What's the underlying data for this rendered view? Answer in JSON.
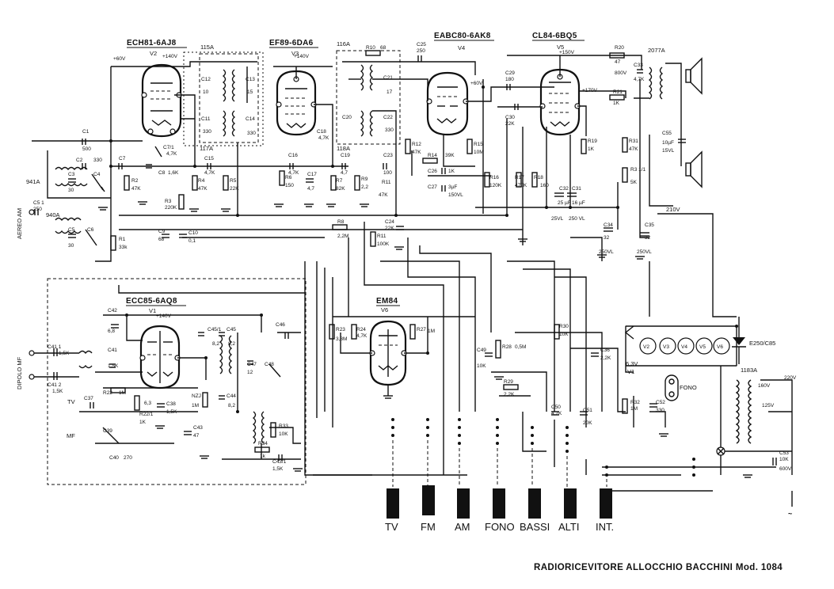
{
  "footer": {
    "title": "RADIORICEVITORE ALLOCCHIO BACCHINI Mod. 1084"
  },
  "tubes": {
    "v2_type": "ECH81-6AJ8",
    "v2_ref": "V2",
    "v3_type": "EF89-6DA6",
    "v3_ref": "V3",
    "v4_type": "EABC80-6AK8",
    "v4_ref": "V4",
    "v5_type": "CL84-6BQ5",
    "v5_ref": "V5",
    "v1_type": "ECC85-6AQ8",
    "v1_ref": "V1",
    "v6_type": "EM84",
    "v6_ref": "V6"
  },
  "transformers": {
    "t115": "115A",
    "t116": "116A",
    "t117": "117A",
    "t118": "118A",
    "t941": "941A",
    "t940": "940A",
    "t2077": "2077A",
    "t1183": "1183A"
  },
  "inputs": {
    "aereo": "AEREO AM",
    "dipolo": "DIPOLO MF",
    "tv": "TV",
    "mf": "MF"
  },
  "voltages": {
    "v60a": "+60V",
    "v140a": "+140V",
    "v140b": "+140V",
    "v60b": "+60V",
    "v150": "+150V",
    "v170": "+170V",
    "v210": "210V",
    "v63": "6,3V",
    "v220": "220V",
    "v160": "160V",
    "v125": "125V",
    "v140c": "+140V"
  },
  "switches": {
    "labels": [
      "TV",
      "FM",
      "AM",
      "FONO",
      "BASSI",
      "ALTI",
      "INT."
    ]
  },
  "heater_chain": {
    "tubes": [
      "V2",
      "V3",
      "V4",
      "V5",
      "V6"
    ],
    "v1": "V1",
    "rectifier": "E250/C85",
    "fono": "FONO"
  },
  "components": {
    "c1": "C1",
    "c1v": "500",
    "c2": "C2",
    "c2v": "330",
    "c3": "C3",
    "c3v": "30",
    "c4": "C4",
    "c5": "C5",
    "c5v": "30",
    "c51": "C5 1",
    "c51v": "250",
    "c6": "C6",
    "c7": "C7",
    "c71": "C7/1",
    "c71v": "4,7K",
    "c8": "C8",
    "c8v": "1,6K",
    "c9": "C9",
    "c9v": "68",
    "c10": "C10",
    "c10v": "0,1",
    "c11": "C11",
    "c11v": "330",
    "c12": "C12",
    "c12v": "10",
    "c13": "C13",
    "c13v": "15",
    "c14": "C14",
    "c14v": "330",
    "c15": "C15",
    "c15v": "4,7K",
    "c16": "C16",
    "c16v": "4,7K",
    "c17": "C17",
    "c17v": "4,7",
    "c18": "C18",
    "c18v": "4,7K",
    "c19": "C19",
    "c19v": "4,7",
    "c20": "C20",
    "c21": "C21",
    "c21v": "17",
    "c22": "C22",
    "c22v": "330",
    "c23": "C23",
    "c23v": "100",
    "c24": "C24",
    "c24v": "22K",
    "c25": "C25",
    "c25v": "250",
    "c26": "C26",
    "c26v": "1K",
    "c27": "C27",
    "c27v": "3µF",
    "c27b": "150VL",
    "c29": "C29",
    "c29v": "180",
    "c30": "C30",
    "c30v": "22K",
    "c31": "C31",
    "c31v": "16 µF",
    "c31b": "250 VL",
    "c32": "C32",
    "c32v": "25 µF",
    "c32b": "25VL",
    "c33": "C33",
    "c33v": "4,7K",
    "c33b": "800V",
    "c34": "C34",
    "c34v": "32",
    "c34b": "250VL",
    "c35": "C35",
    "c35v": "32",
    "c35b": "250VL",
    "c55": "C55",
    "c55v": "10µF",
    "c55b": "15VL",
    "r1": "R1",
    "r1v": "33k",
    "r2": "R2",
    "r2v": "47K",
    "r3": "R3",
    "r3v": "220K",
    "r4": "R4",
    "r4v": "47K",
    "r5": "R5",
    "r5v": "22K",
    "r6": "R6",
    "r6v": "150",
    "r7": "R7",
    "r7v": "82K",
    "r8": "R8",
    "r8v": "2,2M",
    "r9": "R9",
    "r9v": "2,2",
    "r10": "R10",
    "r10v": "68",
    "r11": "R11",
    "r11v": "100K",
    "r12": "R12",
    "r12v": "47K",
    "r14": "R14",
    "r14v": "39K",
    "r15": "R15",
    "r15v": "10M",
    "r16": "R16",
    "r16v": "120K",
    "r17": "R17",
    "r17v": "470K",
    "r18": "R18",
    "r18v": "160",
    "r19": "R19",
    "r19v": "1K",
    "r20": "R20",
    "r20v": "47",
    "r21": "R21",
    "r21v": "1K",
    "r31": "R31",
    "r31v": "47K",
    "r311": "R3 1/1",
    "r311v": "5K",
    "r611": "R11",
    "r611v": "47K",
    "c41": "C41",
    "c41v": "1,5K",
    "c411": "C41 1",
    "c411v": "1,5K",
    "c412": "C41 2",
    "c412v": "1,5K",
    "c42": "C42",
    "c42v": "6,8",
    "c37": "C37",
    "c38": "C38",
    "c38v": "1,5K",
    "c39": "C39",
    "c40": "C40",
    "c40v": "270",
    "c43": "C43",
    "c43v": "47",
    "c44": "C44",
    "c44v": "8,2",
    "c45": "C45",
    "c45v": "8,2",
    "c451": "C45/1",
    "c451v": "8,2",
    "c46": "C46",
    "c47": "C47",
    "c47v": "12",
    "c48": "C48",
    "c431": "C43/1",
    "c431v": "1,5K",
    "r22": "R22",
    "r22v": "1M",
    "r221": "R22/1",
    "r221v": "1K",
    "r23": "R23",
    "r23v": "3,3M",
    "r24": "R24",
    "r24v": "4,7K",
    "r27": "R27",
    "r27v": "1M",
    "r28": "R28",
    "r28v": "0,5M",
    "r29": "R29",
    "r29v": "2,2K",
    "r30": "R30",
    "r30v": "10K",
    "r32": "R32",
    "r32v": "1M",
    "r33": "R33",
    "r33v": "10K",
    "r34": "R34",
    "r34v": "1k",
    "nzj": "NZJ",
    "nzjv": "1M",
    "c49": "C49",
    "c49v": "10K",
    "c50": "C50",
    "c50v": "4,7K",
    "c51b": "C51",
    "c51bv": "20K",
    "c52": "C52",
    "c52v": "330",
    "c53": "C53",
    "c53v": "10K",
    "c53b": "600V",
    "c36": "C36",
    "c36v": "2,2K",
    "v63": "6,3"
  },
  "mains": {
    "symbol": "~"
  }
}
